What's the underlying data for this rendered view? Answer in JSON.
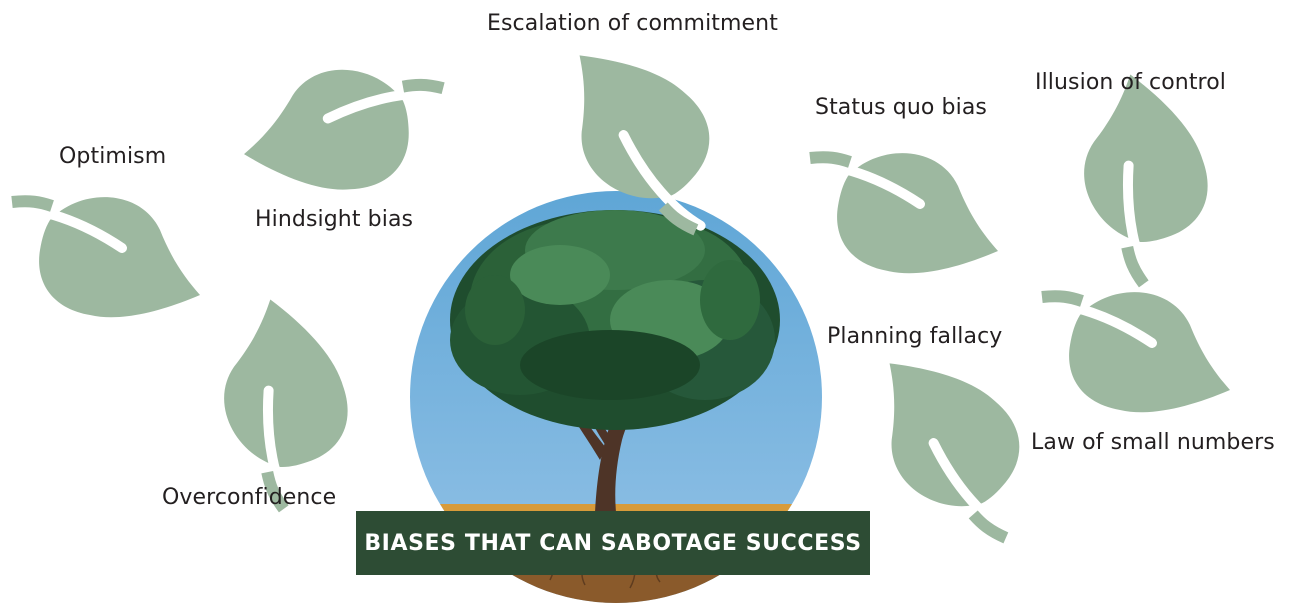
{
  "title": "BIASES THAT CAN SABOTAGE SUCCESS",
  "colors": {
    "leaf": "#9db8a0",
    "midrib": "#ffffff",
    "banner": "#2d4c34",
    "sky_top": "#5fa6d6",
    "sky_bottom": "#93c2e6",
    "ground_line": "#d89b3a",
    "soil": "#8a5a2b",
    "trunk": "#4e3427",
    "text": "#231f20"
  },
  "biases": [
    {
      "id": "optimism",
      "label": "Optimism"
    },
    {
      "id": "hindsight-bias",
      "label": "Hindsight bias"
    },
    {
      "id": "escalation-of-commitment",
      "label": "Escalation of commitment"
    },
    {
      "id": "status-quo-bias",
      "label": "Status quo bias"
    },
    {
      "id": "illusion-of-control",
      "label": "Illusion of control"
    },
    {
      "id": "overconfidence",
      "label": "Overconfidence"
    },
    {
      "id": "planning-fallacy",
      "label": "Planning fallacy"
    },
    {
      "id": "law-of-small-numbers",
      "label": "Law of small numbers"
    }
  ]
}
